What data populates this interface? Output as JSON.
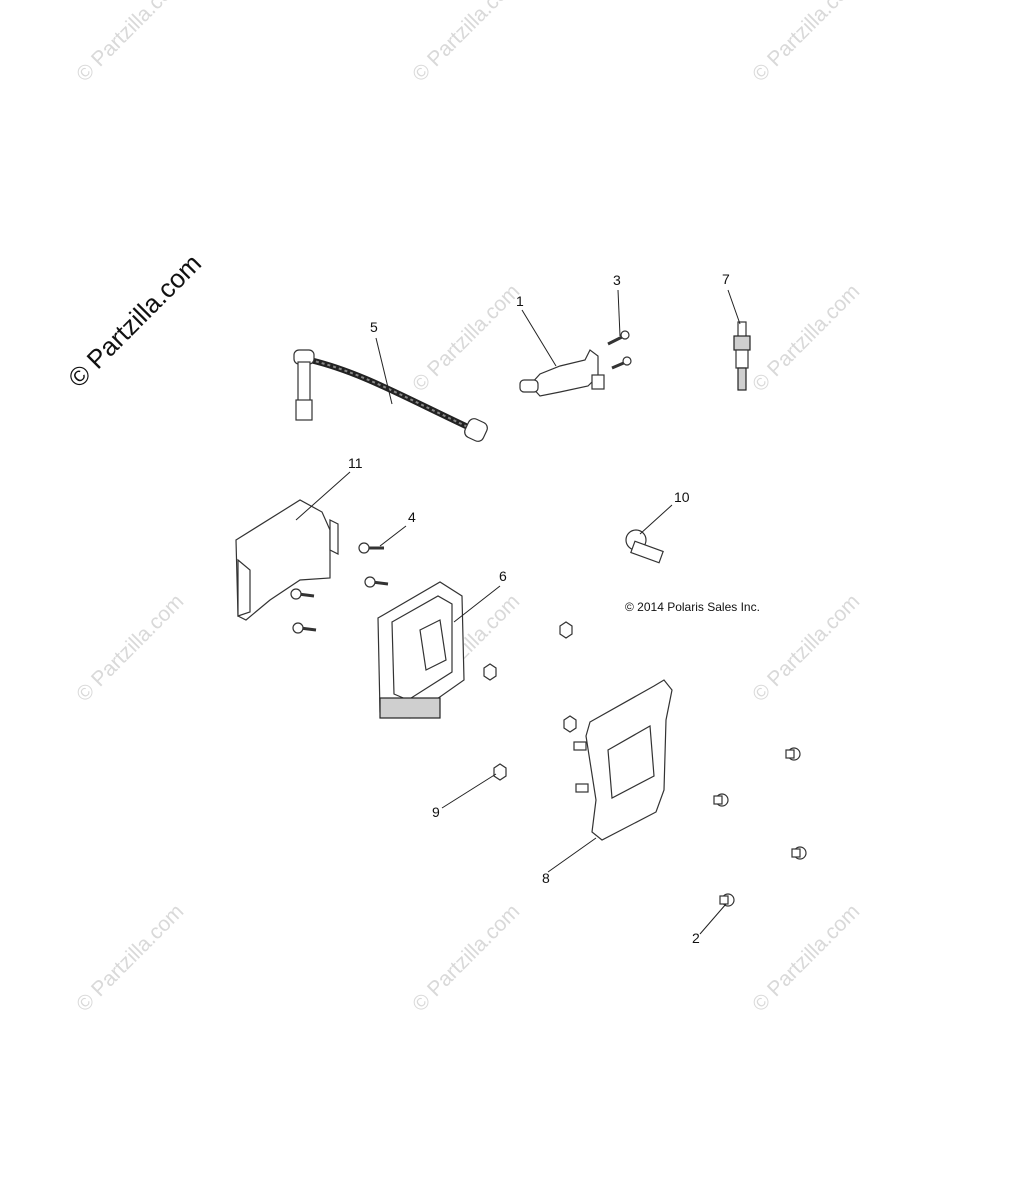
{
  "watermark": {
    "main_text": "© Partzilla.com",
    "tile_text": "© Partzilla.com"
  },
  "diagram": {
    "copyright": "© 2014 Polaris Sales Inc.",
    "callouts": [
      "1",
      "2",
      "3",
      "4",
      "5",
      "6",
      "7",
      "8",
      "9",
      "10",
      "11"
    ],
    "colors": {
      "line": "#222222",
      "watermark": "#d9d9d9"
    }
  }
}
